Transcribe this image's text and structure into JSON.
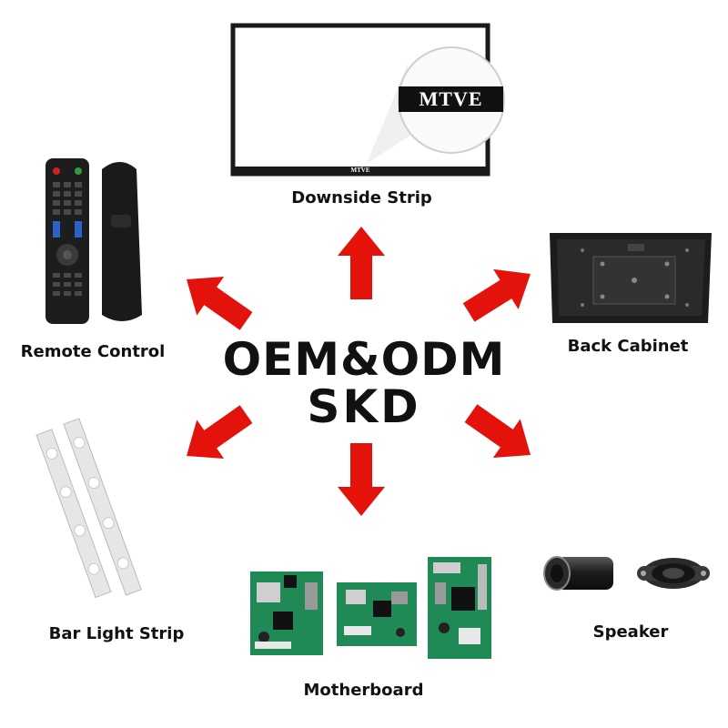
{
  "center": {
    "line1": "OEM&ODM",
    "line2": "SKD"
  },
  "components": {
    "downside_strip": "Downside Strip",
    "back_cabinet": "Back Cabinet",
    "remote_control": "Remote Control",
    "bar_light_strip": "Bar Light Strip",
    "motherboard": "Motherboard",
    "speaker": "Speaker"
  },
  "brand": {
    "logo_text": "MTVE"
  },
  "colors": {
    "arrow": "#e3120b",
    "text": "#111111",
    "board": "#1f8a55"
  }
}
